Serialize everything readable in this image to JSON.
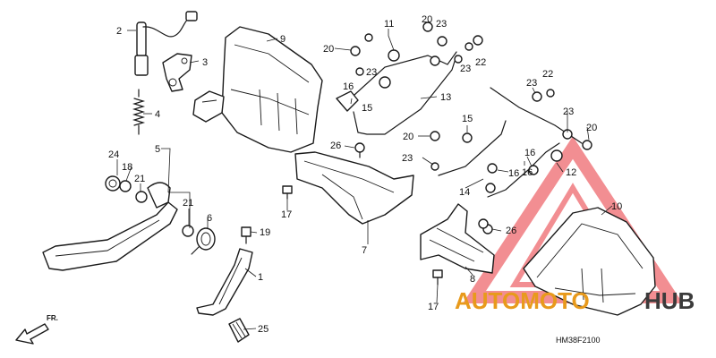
{
  "callouts": [
    {
      "label": "1"
    },
    {
      "label": "2"
    },
    {
      "label": "3"
    },
    {
      "label": "4"
    },
    {
      "label": "5"
    },
    {
      "label": "6"
    },
    {
      "label": "7"
    },
    {
      "label": "8"
    },
    {
      "label": "9"
    },
    {
      "label": "10"
    },
    {
      "label": "11"
    },
    {
      "label": "12"
    },
    {
      "label": "13"
    },
    {
      "label": "14"
    },
    {
      "label": "15"
    },
    {
      "label": "15"
    },
    {
      "label": "16"
    },
    {
      "label": "16"
    },
    {
      "label": "16"
    },
    {
      "label": "16"
    },
    {
      "label": "17"
    },
    {
      "label": "17"
    },
    {
      "label": "18"
    },
    {
      "label": "19"
    },
    {
      "label": "20"
    },
    {
      "label": "20"
    },
    {
      "label": "20"
    },
    {
      "label": "20"
    },
    {
      "label": "21"
    },
    {
      "label": "21"
    },
    {
      "label": "22"
    },
    {
      "label": "22"
    },
    {
      "label": "23"
    },
    {
      "label": "23"
    },
    {
      "label": "23"
    },
    {
      "label": "23"
    },
    {
      "label": "23"
    },
    {
      "label": "23"
    },
    {
      "label": "24"
    },
    {
      "label": "25"
    },
    {
      "label": "26"
    },
    {
      "label": "26"
    }
  ],
  "direction_label": "FR.",
  "diagram_code": "HM38F2100",
  "watermark": {
    "text_primary": "AUTOMOTO",
    "text_secondary": "HUB",
    "color_primary": "#e89a1c",
    "color_secondary": "#3b3b3b",
    "emblem_color": "#e8333a"
  }
}
